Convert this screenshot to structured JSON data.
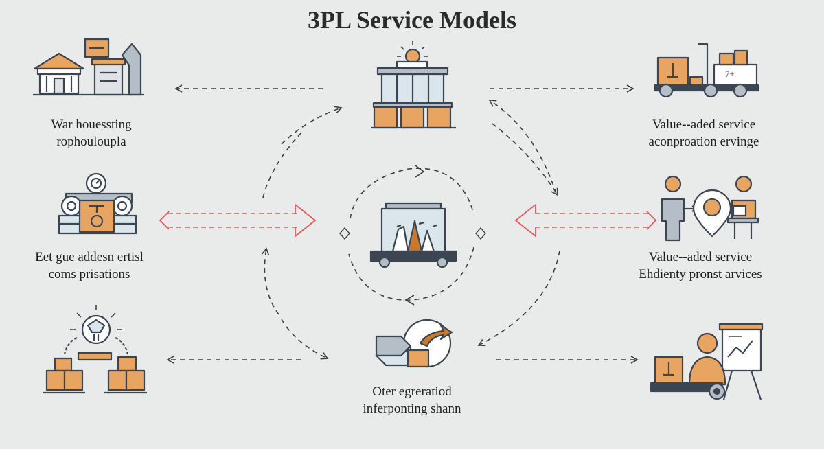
{
  "title": "3PL Service Models",
  "colors": {
    "background": "#e9ebea",
    "outline": "#3b4652",
    "accent_orange": "#e8a561",
    "dark_orange": "#c97a2e",
    "arrow_red": "#e0565b",
    "dash_dark": "#3a3f45"
  },
  "nodes": {
    "warehousing": {
      "icon": "warehouse-icon",
      "line1": "War houessting",
      "line2": "rophouloupla"
    },
    "top_center": {
      "icon": "distribution-center-icon"
    },
    "value_added_top": {
      "icon": "forklift-truck-icon",
      "line1": "Value--aded service",
      "line2": "aconproation ervinge"
    },
    "left_middle": {
      "icon": "conveyor-machine-icon",
      "line1": "Eet  gue addesn ertisl",
      "line2": "coms prisations"
    },
    "center": {
      "icon": "cart-icon"
    },
    "value_added_mid": {
      "icon": "people-location-icon",
      "line1": "Value--aded service",
      "line2": "Ehdienty pronst arvices"
    },
    "bottom_left": {
      "icon": "idea-boxes-icon"
    },
    "bottom_center": {
      "icon": "integration-icon",
      "line1": "Oter egreratiod",
      "line2": "inferponting shann"
    },
    "bottom_right": {
      "icon": "presentation-icon"
    }
  },
  "edge_labels": {
    "top_center_glyph": "+",
    "truck_sign": "7+"
  }
}
